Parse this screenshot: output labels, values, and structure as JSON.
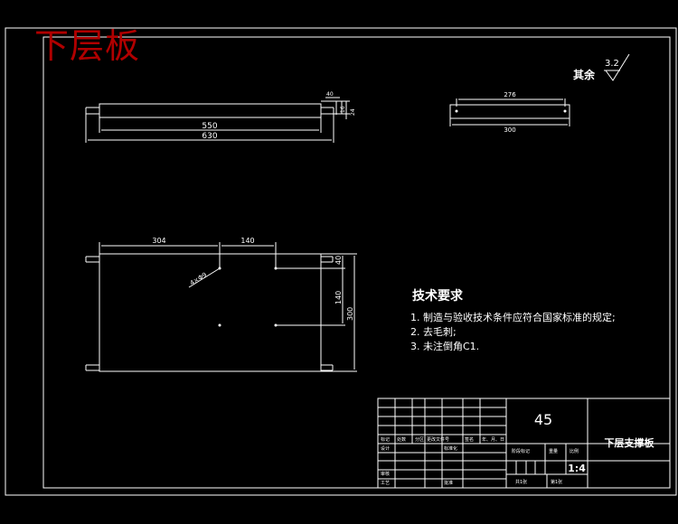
{
  "watermark": "下层板",
  "surface_roughness": {
    "label": "其余",
    "value": "3.2"
  },
  "technical_requirements": {
    "title": "技术要求",
    "items": [
      "1. 制造与验收技术条件应符合国家标准的规定;",
      "2. 去毛刺;",
      "3. 未注倒角C1."
    ]
  },
  "views": {
    "front": {
      "dims": [
        "550",
        "630",
        "40",
        "16",
        "24"
      ]
    },
    "side": {
      "dims": [
        "276",
        "300"
      ]
    },
    "top": {
      "dims": [
        "304",
        "140",
        "40",
        "140",
        "300"
      ],
      "hole_callout": "4×Φ9"
    }
  },
  "title_block": {
    "material": "45",
    "part_name": "下层支撑板",
    "scale": "1:4",
    "labels": {
      "mark": "标记",
      "count": "处数",
      "zone": "分区",
      "change_doc": "更改文件号",
      "sign": "签名",
      "date": "年、月、日",
      "design": "设计",
      "standardize": "标准化",
      "stage_mark": "阶段标记",
      "weight": "重量",
      "scale": "比例",
      "check": "审核",
      "process": "工艺",
      "approve": "批准",
      "sheets": "共1张",
      "sheet_no": "第1张"
    }
  },
  "colors": {
    "line": "#ffffff",
    "watermark": "#b00000",
    "background": "#000000"
  }
}
